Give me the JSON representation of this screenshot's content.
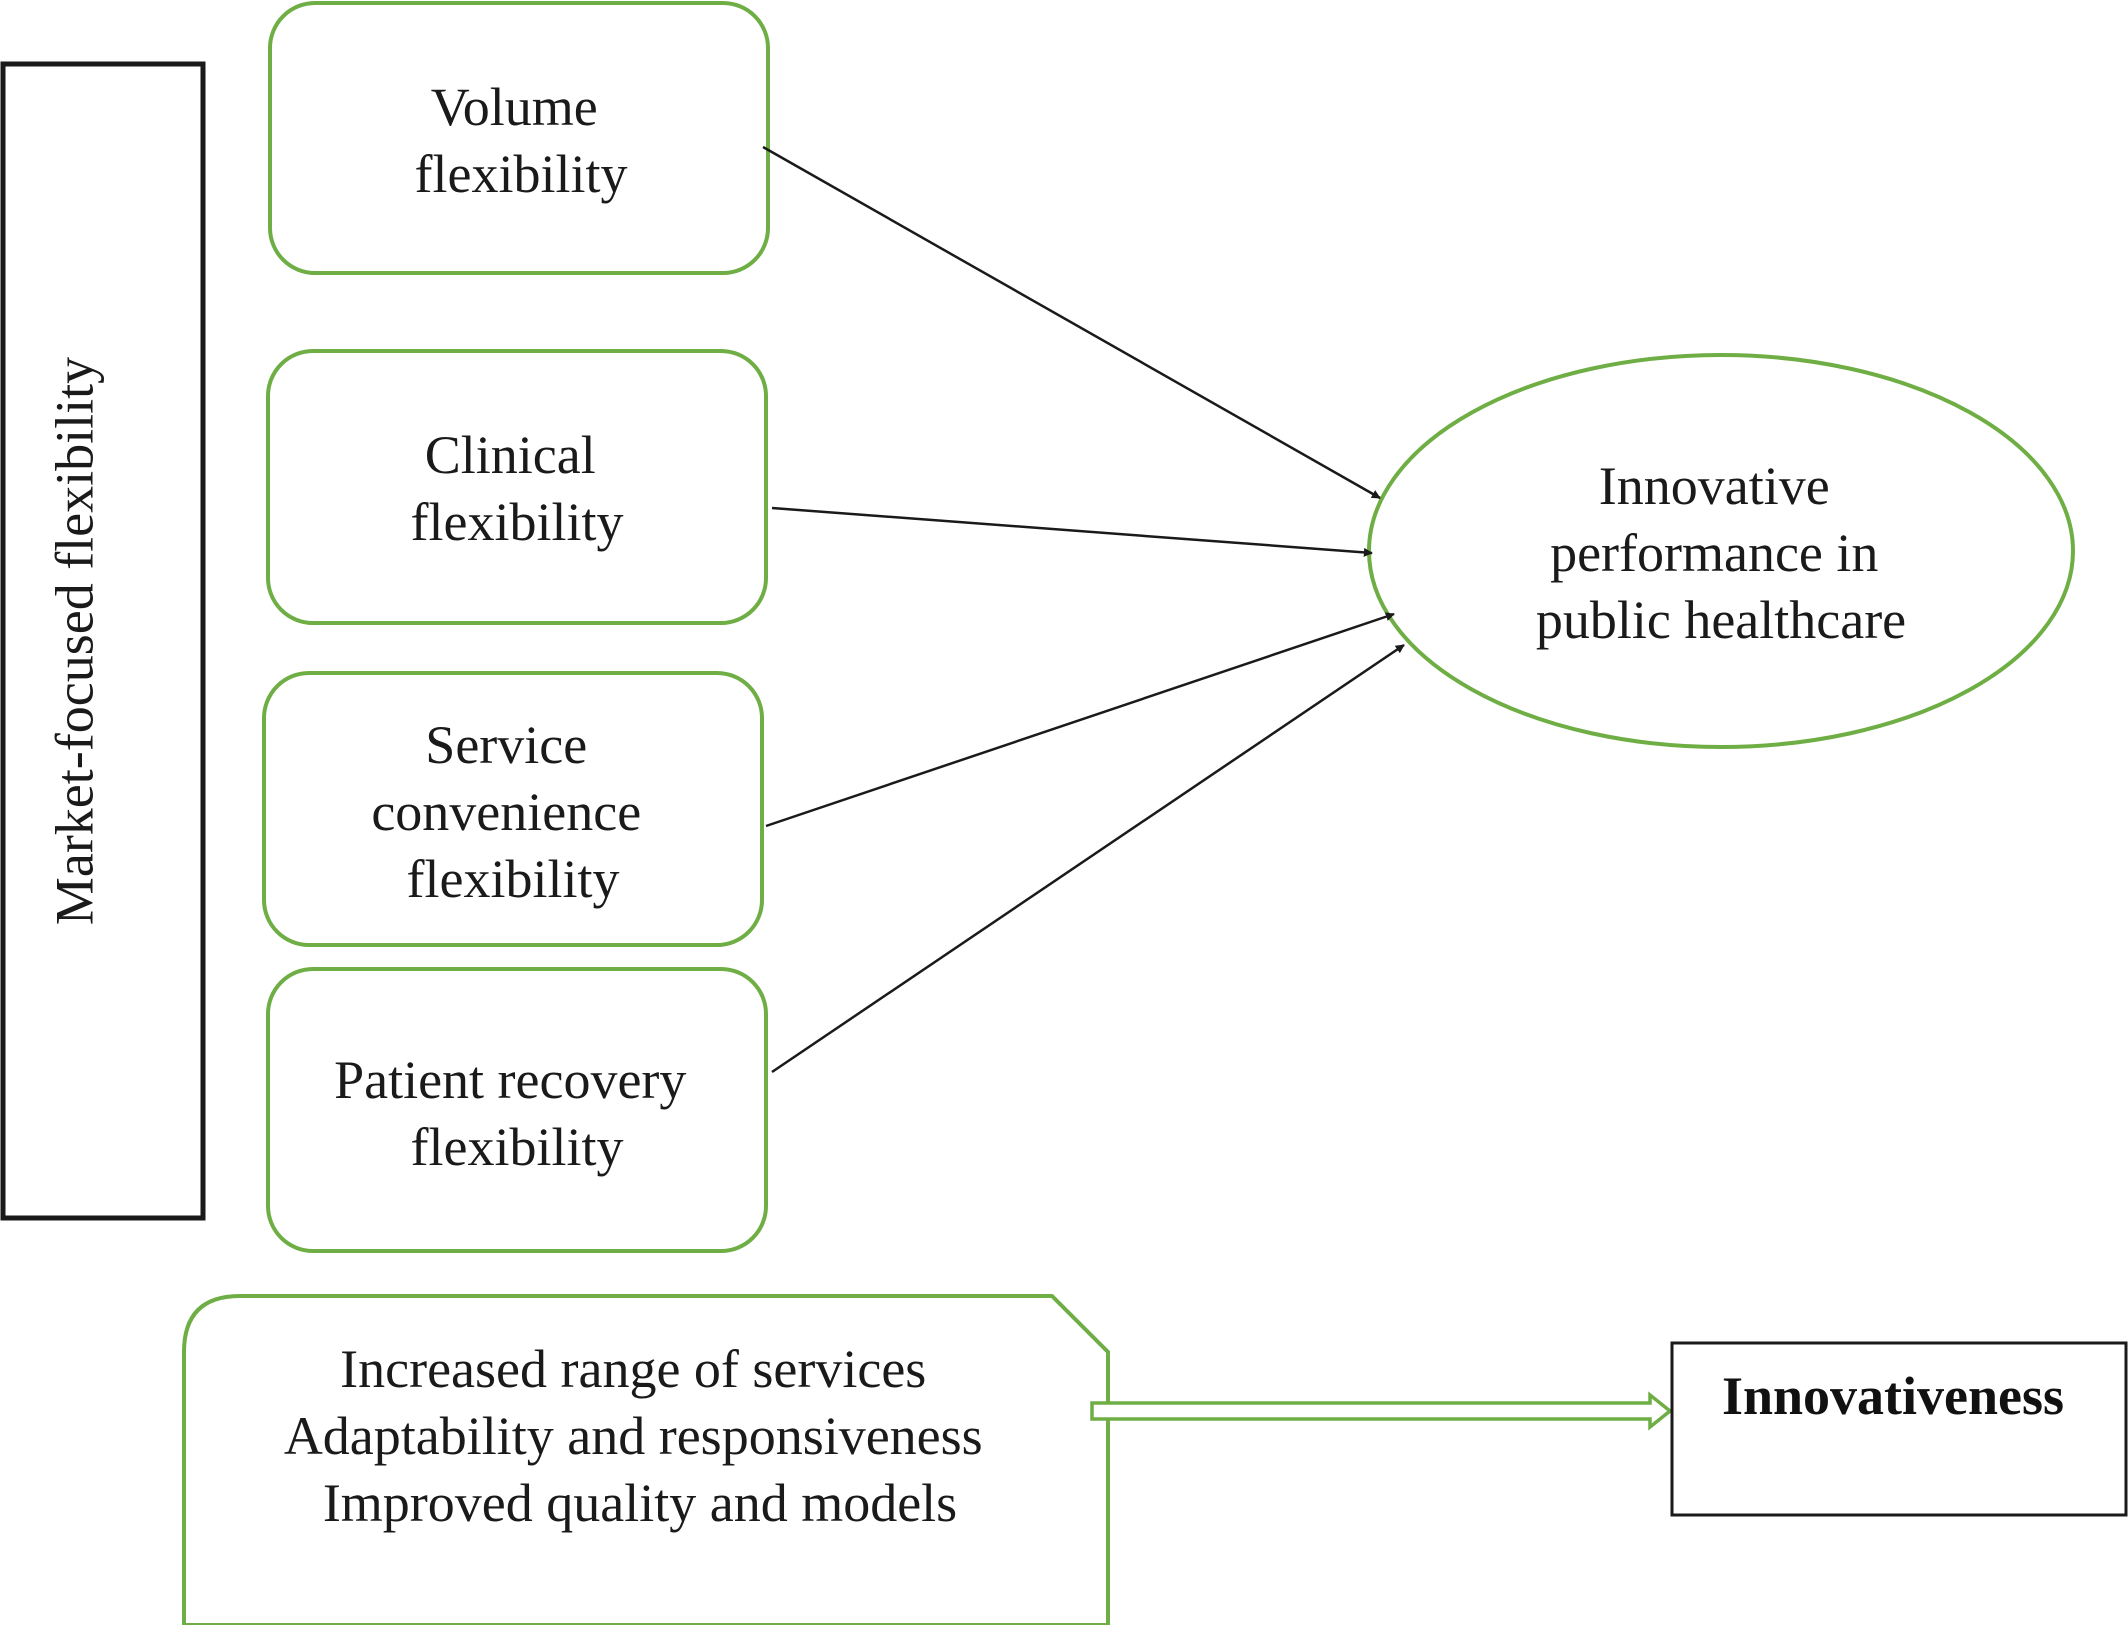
{
  "theme": {
    "node_border": "#6fae45",
    "text": "#1a1a1a",
    "frame_border": "#1a1a1a",
    "arrow": "#1a1a1a",
    "output_arrow": "#6fae45"
  },
  "side_label": "Market-focused flexibility",
  "dimensions": [
    {
      "id": "volume",
      "lines": [
        "Volume",
        "flexibility"
      ]
    },
    {
      "id": "clinical",
      "lines": [
        "Clinical",
        "flexibility"
      ]
    },
    {
      "id": "service",
      "lines": [
        "Service",
        "convenience",
        "flexibility"
      ]
    },
    {
      "id": "patient",
      "lines": [
        "Patient recovery",
        "flexibility"
      ]
    }
  ],
  "outcome": {
    "lines": [
      "Innovative",
      "performance in",
      "public healthcare"
    ]
  },
  "benefits": {
    "lines": [
      "Increased range of services",
      "Adaptability and responsiveness",
      "Improved quality and models"
    ]
  },
  "result": {
    "label": "Innovativeness"
  }
}
